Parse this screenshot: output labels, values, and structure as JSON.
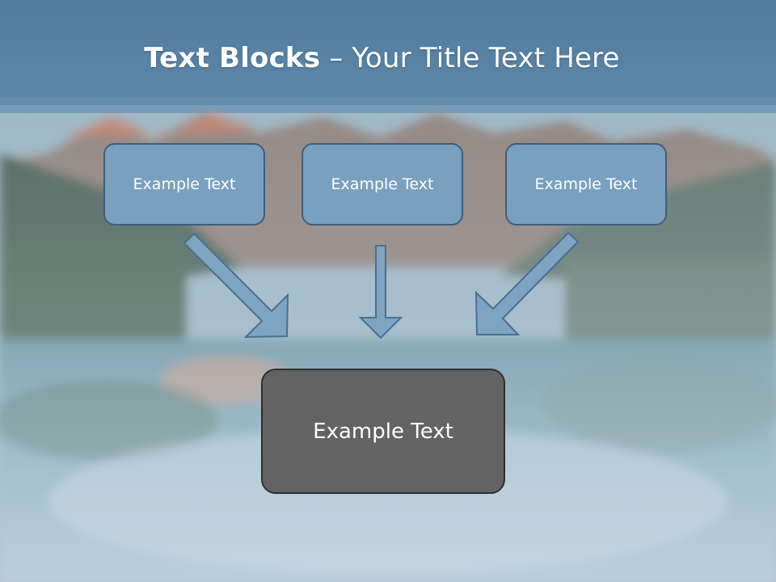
{
  "title": {
    "bold": "Text Blocks",
    "dash": " – ",
    "rest": "Your Title Text Here"
  },
  "boxes": {
    "top": [
      "Example Text",
      "Example Text",
      "Example Text"
    ],
    "bottom": "Example Text"
  },
  "colors": {
    "top_box_fill": "#7aa0bf",
    "top_box_border": "#3e5e7c",
    "bottom_box_fill": "#636363",
    "arrow_fill": "#7ea4c2",
    "arrow_stroke": "#4a6f8f"
  }
}
